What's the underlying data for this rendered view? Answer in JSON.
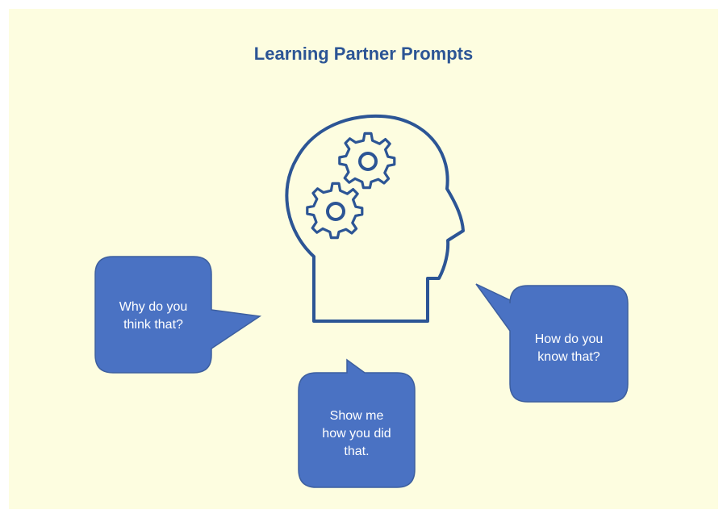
{
  "title": "Learning Partner Prompts",
  "colors": {
    "background": "#fdfde0",
    "title": "#2c5595",
    "bubble_fill": "#4a72c3",
    "bubble_stroke": "#3d5f9f",
    "icon_stroke": "#2c5595",
    "bubble_text": "#ffffff"
  },
  "icon": "head-with-gears-icon",
  "bubbles": {
    "left": "Why do you\nthink that?",
    "right": "How do you\nknow that?",
    "bottom": "Show me\nhow you did\nthat."
  }
}
